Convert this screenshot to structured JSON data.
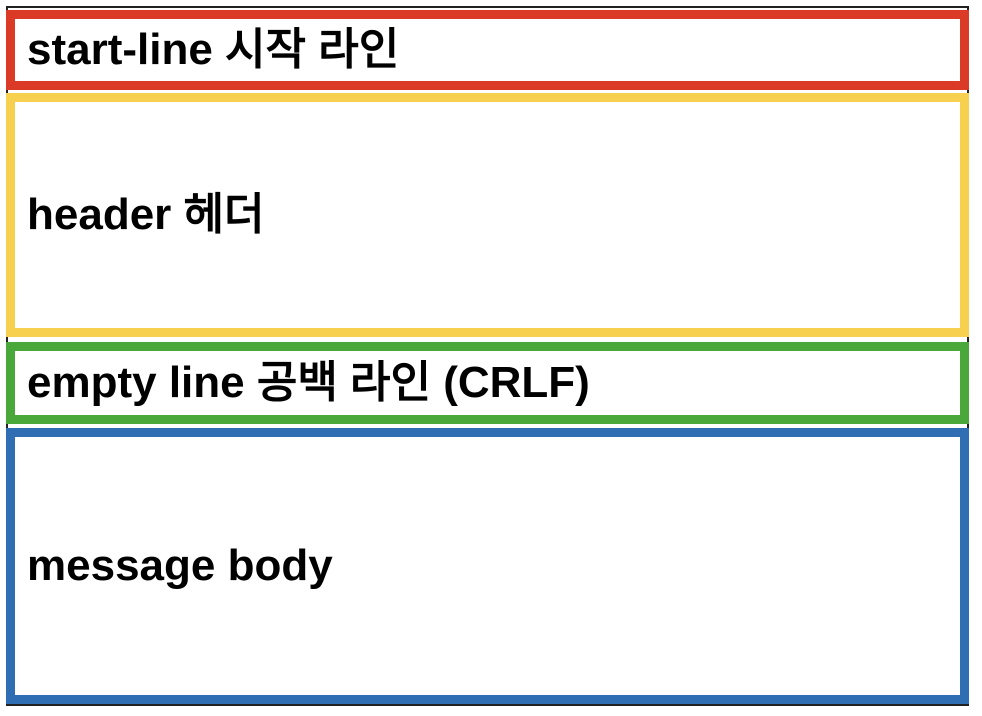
{
  "sections": [
    {
      "label": "start-line 시작 라인",
      "color": "#da3a26"
    },
    {
      "label": "header 헤더",
      "color": "#f7d04f"
    },
    {
      "label": "empty line 공백 라인 (CRLF)",
      "color": "#4aa83a"
    },
    {
      "label": "message body",
      "color": "#2f6eb3"
    }
  ]
}
